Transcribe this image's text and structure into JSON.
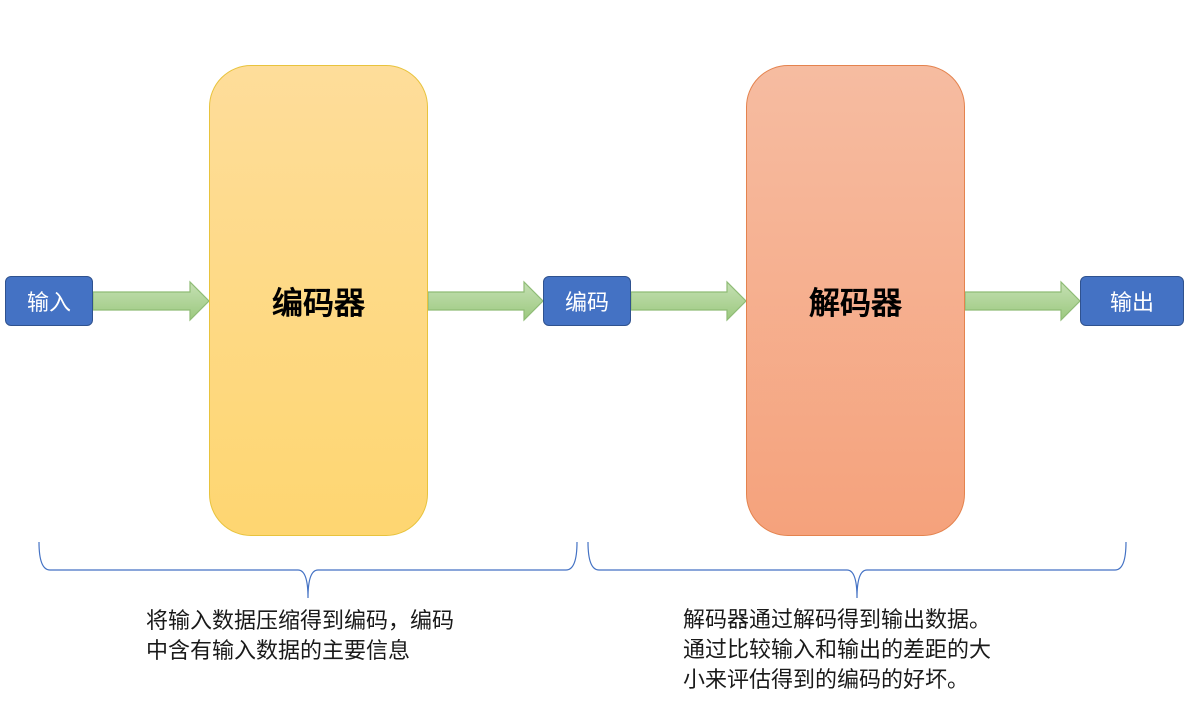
{
  "nodes": {
    "input": "输入",
    "encoder": "编码器",
    "code": "编码",
    "decoder": "解码器",
    "output": "输出"
  },
  "descriptions": {
    "encoder": [
      "将输入数据压缩得到编码，编码",
      "中含有输入数据的主要信息"
    ],
    "decoder": [
      "解码器通过解码得到输出数据。",
      "通过比较输入和输出的差距的大",
      "小来评估得到的编码的好坏。"
    ]
  },
  "colors": {
    "io_box": "#4472c4",
    "encoder_fill": "#fed671",
    "decoder_fill": "#f5a27c",
    "arrow_fill": "#a9d18e",
    "arrow_stroke": "#8fbc76",
    "brace_stroke": "#4472c4"
  }
}
